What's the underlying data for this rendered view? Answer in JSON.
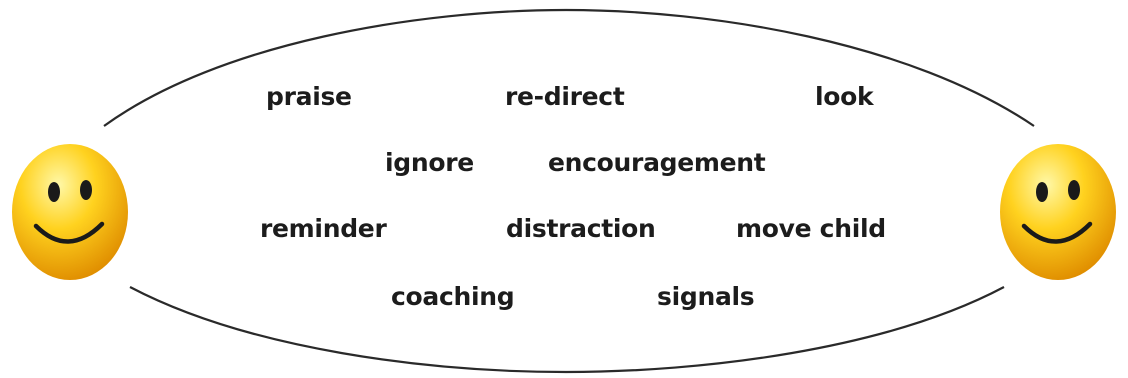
{
  "diagram": {
    "words": [
      "praise",
      "re-direct",
      "look",
      "ignore",
      "encouragement",
      "reminder",
      "distraction",
      "move child",
      "coaching",
      "signals"
    ],
    "left_icon": "smiley-face-icon",
    "right_icon": "smiley-face-icon",
    "colors": {
      "face_light": "#fff58a",
      "face_mid": "#ffd21f",
      "face_dark": "#e89a00",
      "features": "#1a1a1a",
      "ellipse_stroke": "#2a2a2a",
      "text": "#1c1c1c"
    }
  }
}
